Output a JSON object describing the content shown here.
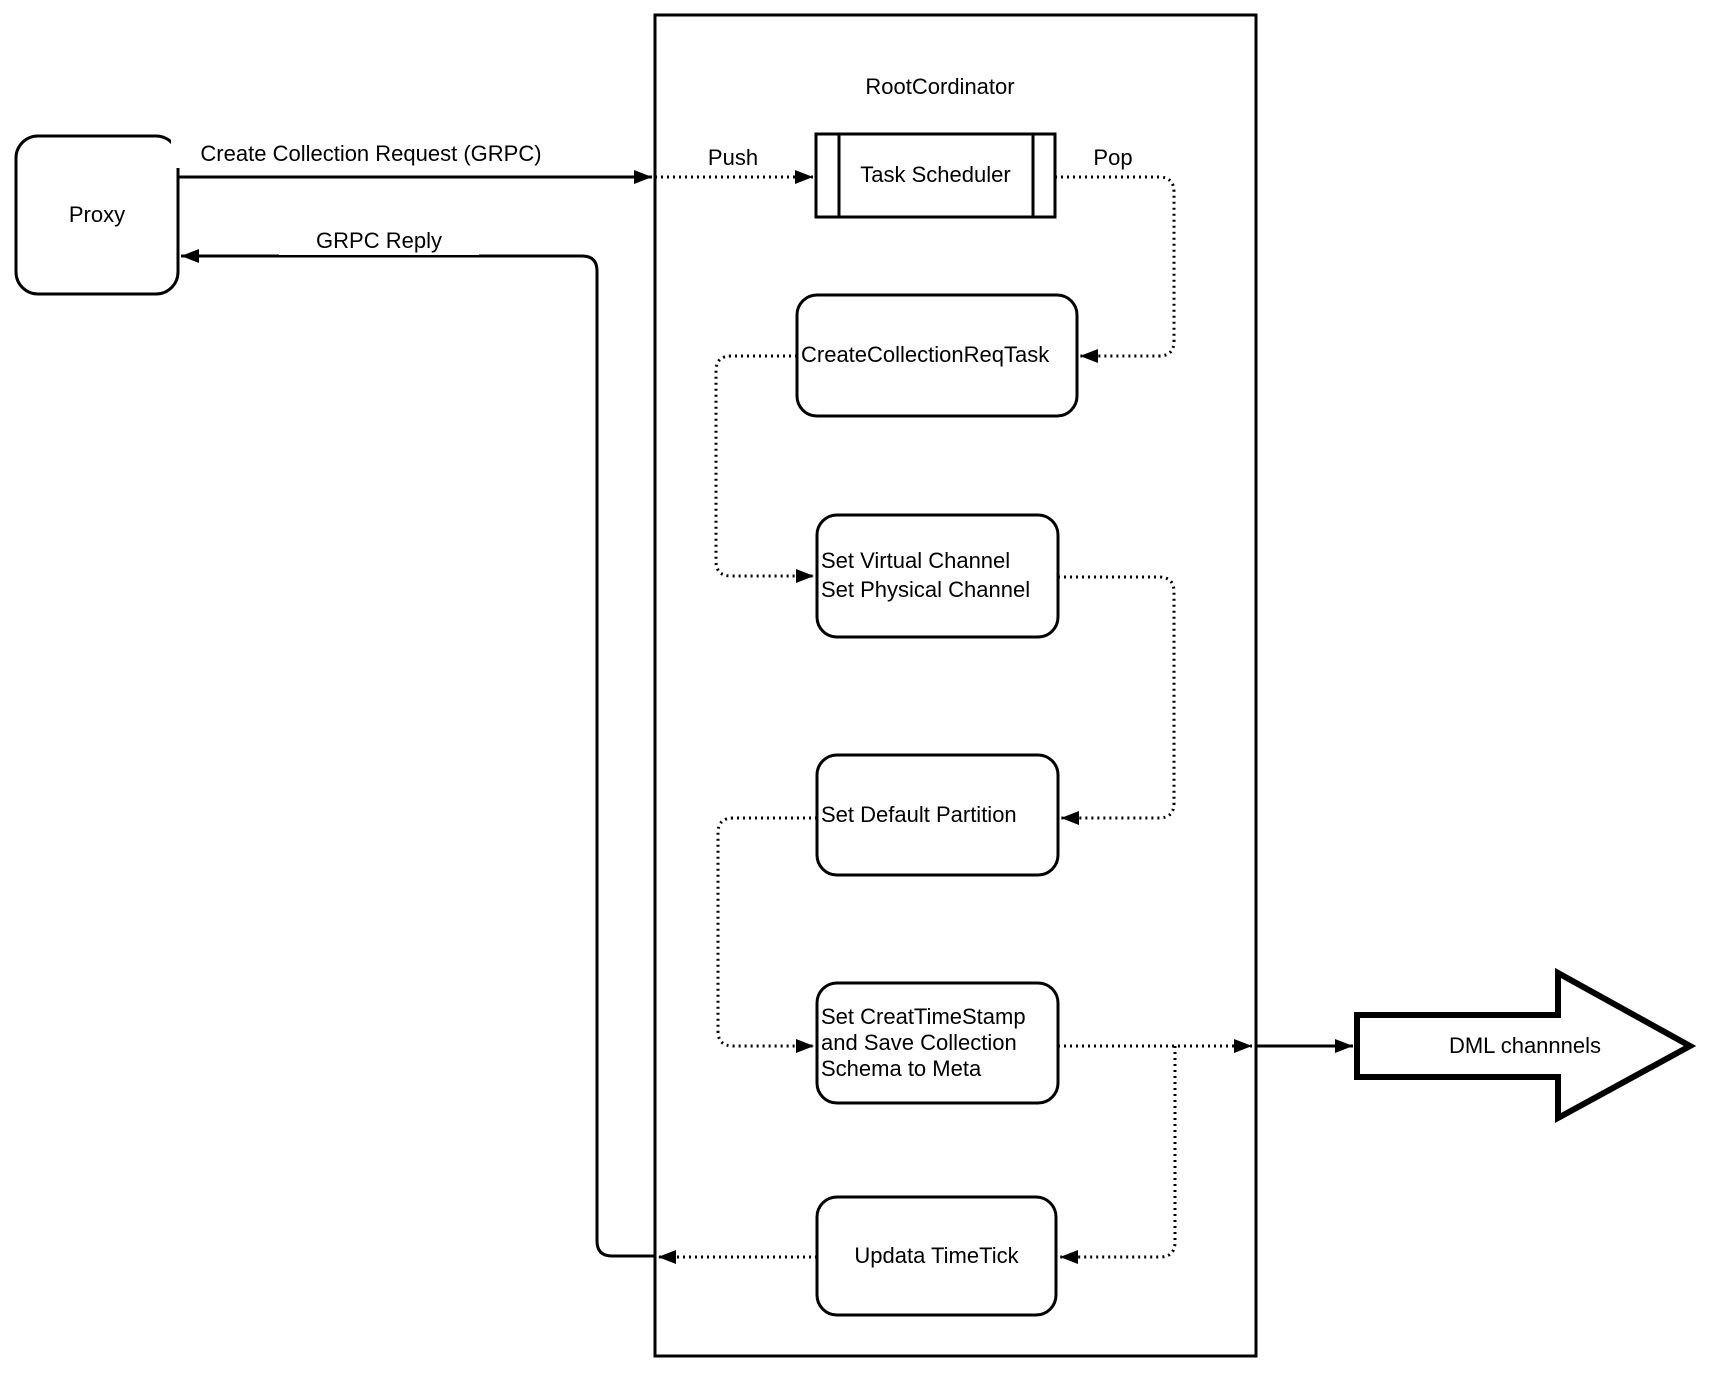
{
  "diagram": {
    "background": "#ffffff",
    "stroke_color": "#000000",
    "container": {
      "title": "RootCordinator"
    },
    "nodes": {
      "proxy": {
        "label": "Proxy"
      },
      "task_scheduler": {
        "label": "Task Scheduler"
      },
      "create_collection_req_task": {
        "label": "CreateCollectionReqTask"
      },
      "set_virtual_channel": {
        "lines": [
          "Set Virtual Channel",
          "Set Physical Channel"
        ]
      },
      "set_default_partition": {
        "label": "Set Default Partition"
      },
      "set_creat_time_stamp": {
        "lines": [
          "Set CreatTimeStamp",
          "and Save Collection",
          "Schema to Meta"
        ]
      },
      "updata_time_tick": {
        "label": "Updata TimeTick"
      },
      "dml_channels": {
        "label": "DML channnels"
      }
    },
    "edge_labels": {
      "create_collection_request": "Create Collection Request (GRPC)",
      "grpc_reply": "GRPC Reply",
      "push": "Push",
      "pop": "Pop"
    }
  }
}
